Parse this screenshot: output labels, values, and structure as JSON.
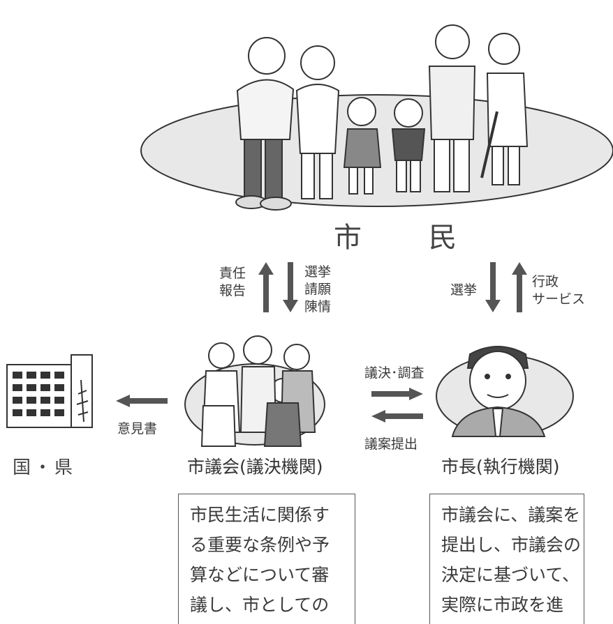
{
  "citizens": {
    "label": "市　民"
  },
  "council_citizen_arrows": {
    "up_label_line1": "責任",
    "up_label_line2": "報告",
    "down_label_line1": "選挙",
    "down_label_line2": "請願",
    "down_label_line3": "陳情"
  },
  "mayor_citizen_arrows": {
    "down_label": "選挙",
    "up_label_line1": "行政",
    "up_label_line2": "サービス"
  },
  "national": {
    "label": "国・県",
    "arrow_label": "意見書"
  },
  "council_mayor_arrows": {
    "to_mayor_label": "議決･調査",
    "to_council_label": "議案提出"
  },
  "council": {
    "title": "市議会(議決機関)",
    "description": "市民生活に関係す\nる重要な条例や予\n算などについて審\n議し、市としての\n意思を決定します。"
  },
  "mayor": {
    "title": "市長(執行機関)",
    "description": "市議会に、議案を\n提出し、市議会の\n決定に基づいて、\n実際に市政を進\nめていきます。"
  },
  "colors": {
    "arrow": "#555555",
    "ellipse": "#e8e8e8",
    "outline": "#333333"
  }
}
